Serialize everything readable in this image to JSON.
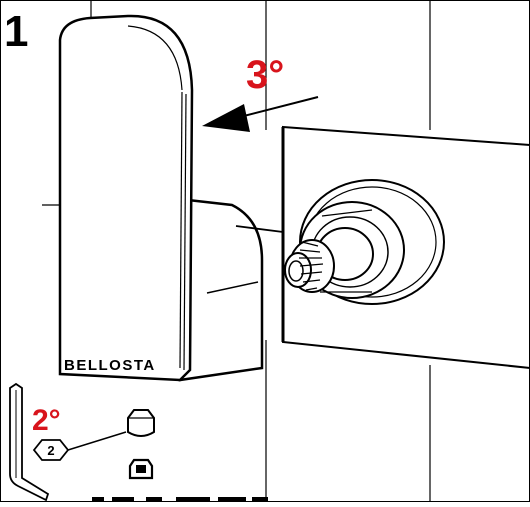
{
  "figure": {
    "step_number": "1",
    "step_labels": {
      "step_3": "3°",
      "step_2": "2°"
    },
    "brand_text": "BELLOSTA",
    "hex_key_size": "2",
    "caption_partial": "",
    "colors": {
      "line": "#000000",
      "accent": "#d8141c",
      "background": "#ffffff"
    }
  }
}
